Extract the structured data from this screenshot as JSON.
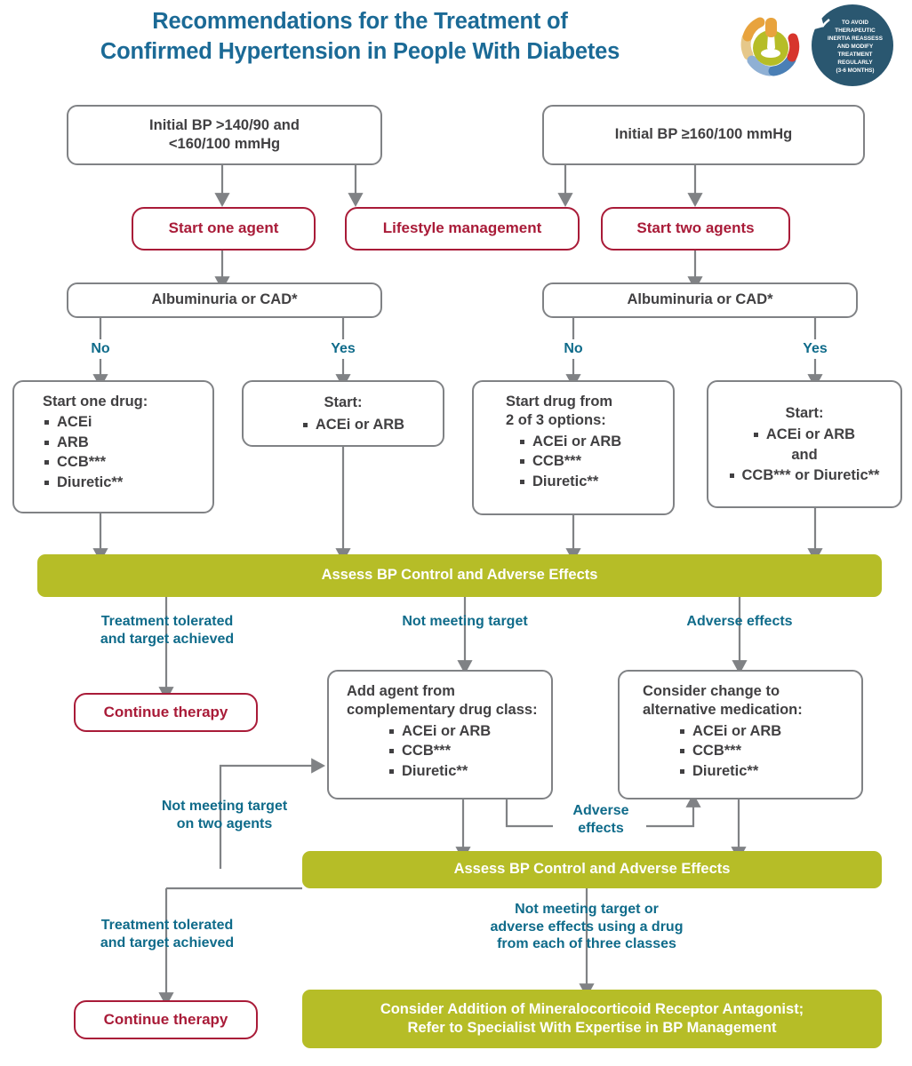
{
  "title": {
    "line1": "Recommendations for the Treatment of",
    "line2": "Confirmed Hypertension in People With Diabetes",
    "color": "#1b6a96"
  },
  "badge": {
    "name": "therapeutic-inertia-badge",
    "lines": [
      "TO AVOID",
      "THERAPEUTIC",
      "INERTIA REASSESS",
      "AND MODIFY",
      "TREATMENT",
      "REGULARLY",
      "(3-6 MONTHS)"
    ],
    "colors": {
      "navy": "#2a5770",
      "olive": "#b6bd27",
      "orange": "#e8a33d",
      "red": "#d7352c",
      "blue": "#4a7fb5",
      "sand": "#e6c88a"
    }
  },
  "palette": {
    "box_border": "#808285",
    "box_text": "#414042",
    "red": "#a91b38",
    "olive": "#b6bd27",
    "teal": "#0f6b8a",
    "arrow": "#808285"
  },
  "nodes": {
    "bp_left": "Initial BP >140/90 and\n<160/100 mmHg",
    "bp_right": "Initial BP ≥160/100 mmHg",
    "start_one_agent": "Start one agent",
    "lifestyle": "Lifestyle management",
    "start_two_agents": "Start two agents",
    "albuminuria_left": "Albuminuria or CAD*",
    "albuminuria_right": "Albuminuria or CAD*",
    "start_one_drug": {
      "header": "Start one drug:",
      "items": [
        "ACEi",
        "ARB",
        "CCB***",
        "Diuretic**"
      ]
    },
    "start_acei_arb": {
      "header": "Start:",
      "items": [
        "ACEi or ARB"
      ]
    },
    "start_2of3": {
      "header": "Start drug from\n2 of 3 options:",
      "items": [
        "ACEi or ARB",
        "CCB***",
        "Diuretic**"
      ]
    },
    "start_combo": {
      "header": "Start:",
      "item1": "ACEi or ARB",
      "conj": "and",
      "item2": "CCB*** or Diuretic**"
    },
    "assess_1": "Assess BP Control and Adverse Effects",
    "assess_2": "Assess BP Control and Adverse Effects",
    "continue_1": "Continue therapy",
    "continue_2": "Continue therapy",
    "add_agent": {
      "header": "Add agent from\ncomplementary drug class:",
      "items": [
        "ACEi or ARB",
        "CCB***",
        "Diuretic**"
      ]
    },
    "consider_change": {
      "header": "Consider change to\nalternative medication:",
      "items": [
        "ACEi or ARB",
        "CCB***",
        "Diuretic**"
      ]
    },
    "final": "Consider Addition of Mineralocorticoid Receptor Antagonist;\nRefer to Specialist With Expertise in BP Management"
  },
  "edge_labels": {
    "no_left": "No",
    "yes_left": "Yes",
    "no_right": "No",
    "yes_right": "Yes",
    "tolerated_1": "Treatment tolerated\nand target achieved",
    "not_meeting_1": "Not meeting target",
    "adverse_1": "Adverse effects",
    "not_meeting_two_agents": "Not meeting target\non two agents",
    "adverse_loop": "Adverse\neffects",
    "tolerated_2": "Treatment tolerated\nand target achieved",
    "not_meeting_final": "Not meeting target or\nadverse effects using a drug\nfrom each of three classes"
  }
}
